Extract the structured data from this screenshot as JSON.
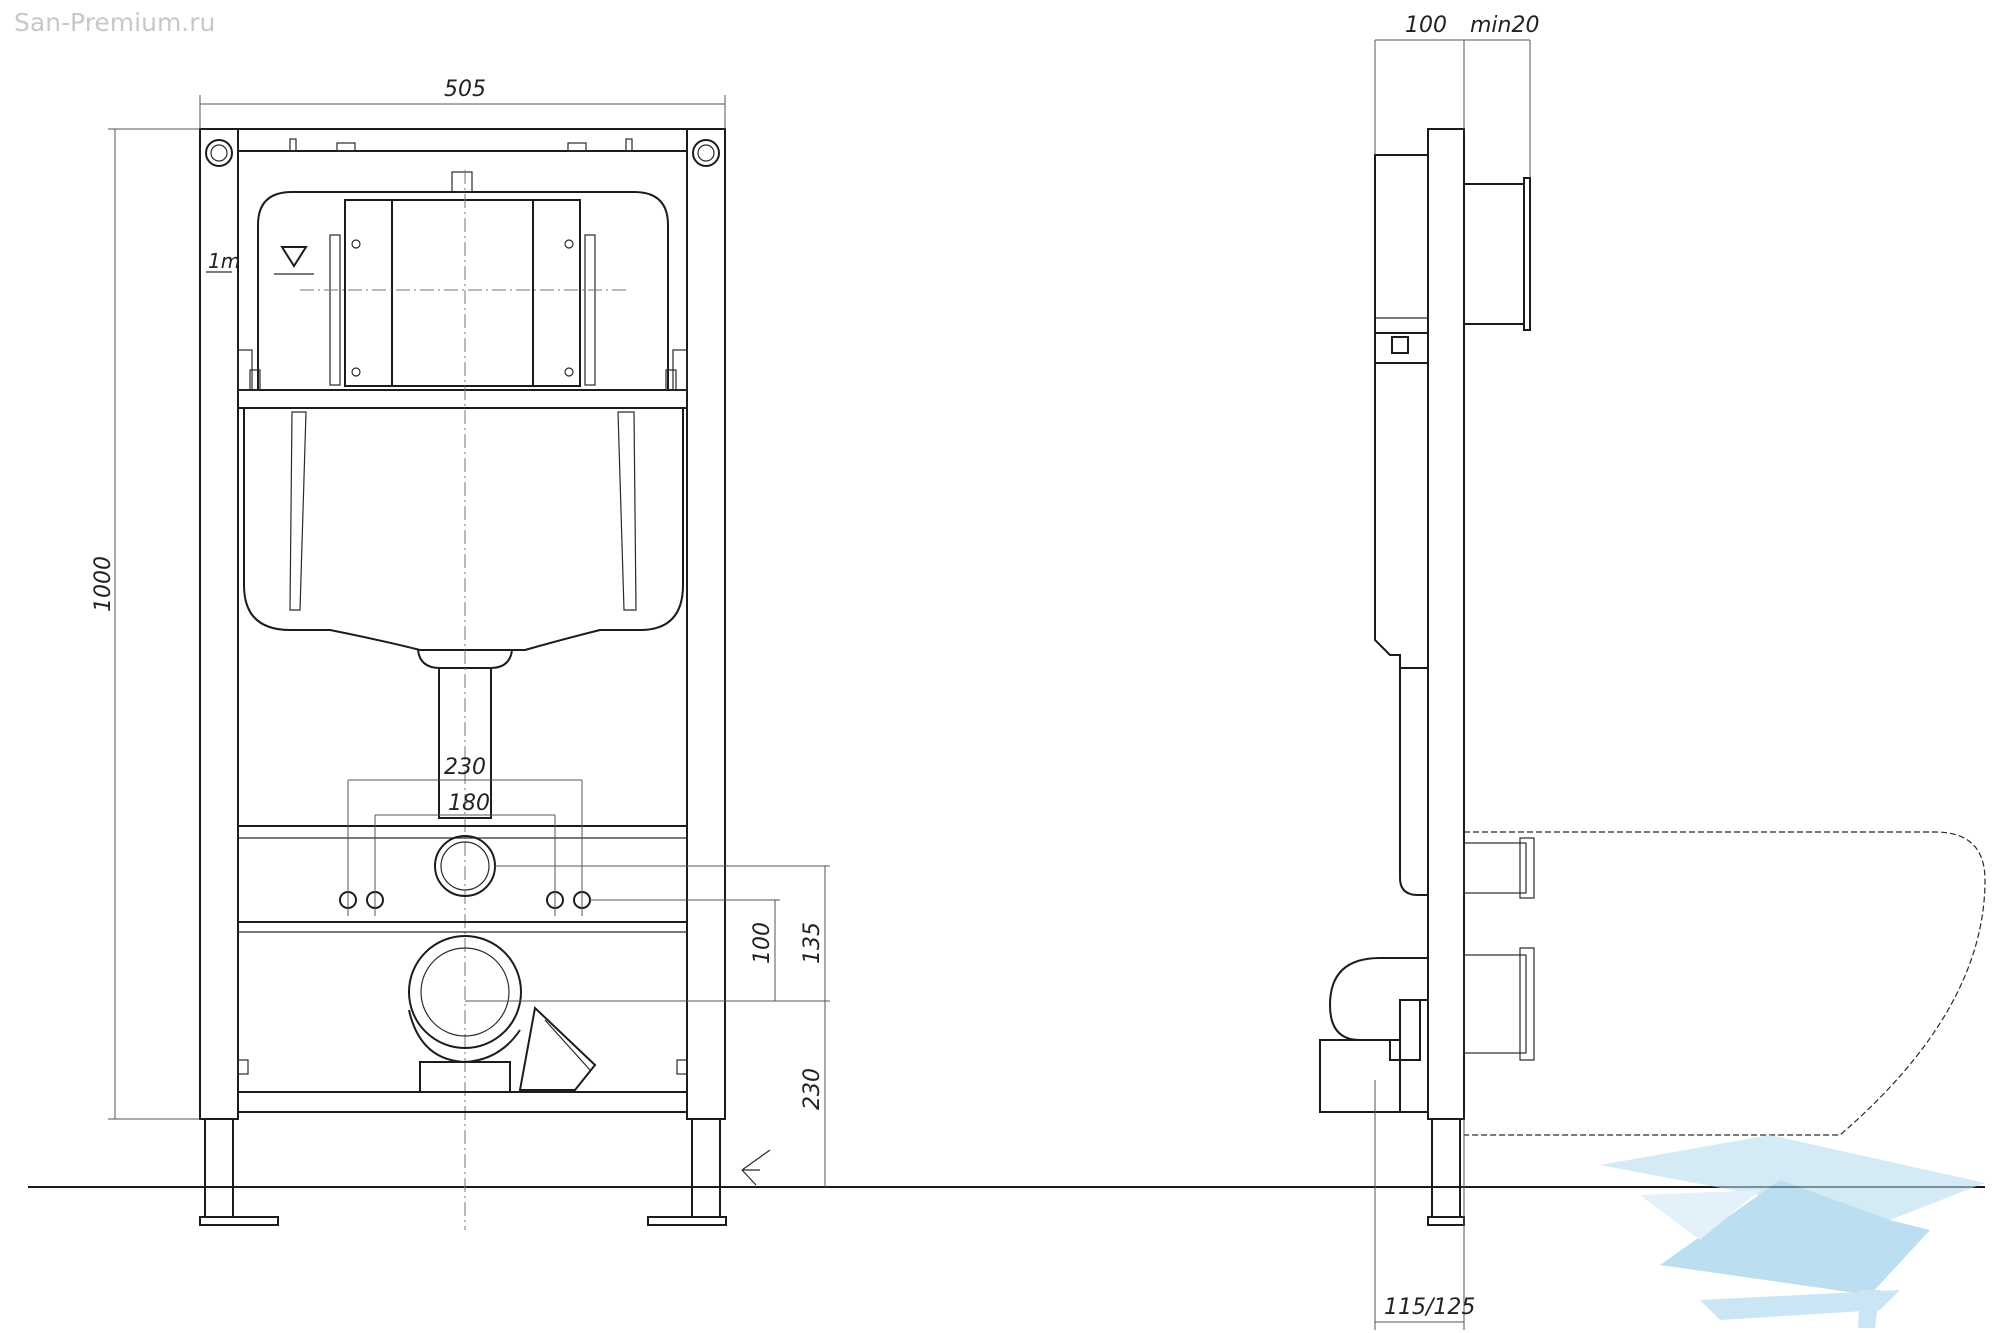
{
  "watermark": {
    "site": "San-Premium.ru"
  },
  "front_view": {
    "width": "505",
    "height": "1000",
    "bolt_spacing_outer": "230",
    "bolt_spacing_inner": "180",
    "dim_100": "100",
    "dim_135": "135",
    "dim_230_floor": "230",
    "level_mark": "1m"
  },
  "side_view": {
    "depth": "100",
    "min_gap": "min20",
    "foot_depth": "115/125"
  },
  "colors": {
    "line": "#1c1c1c",
    "logo": "#8fcbe8"
  }
}
